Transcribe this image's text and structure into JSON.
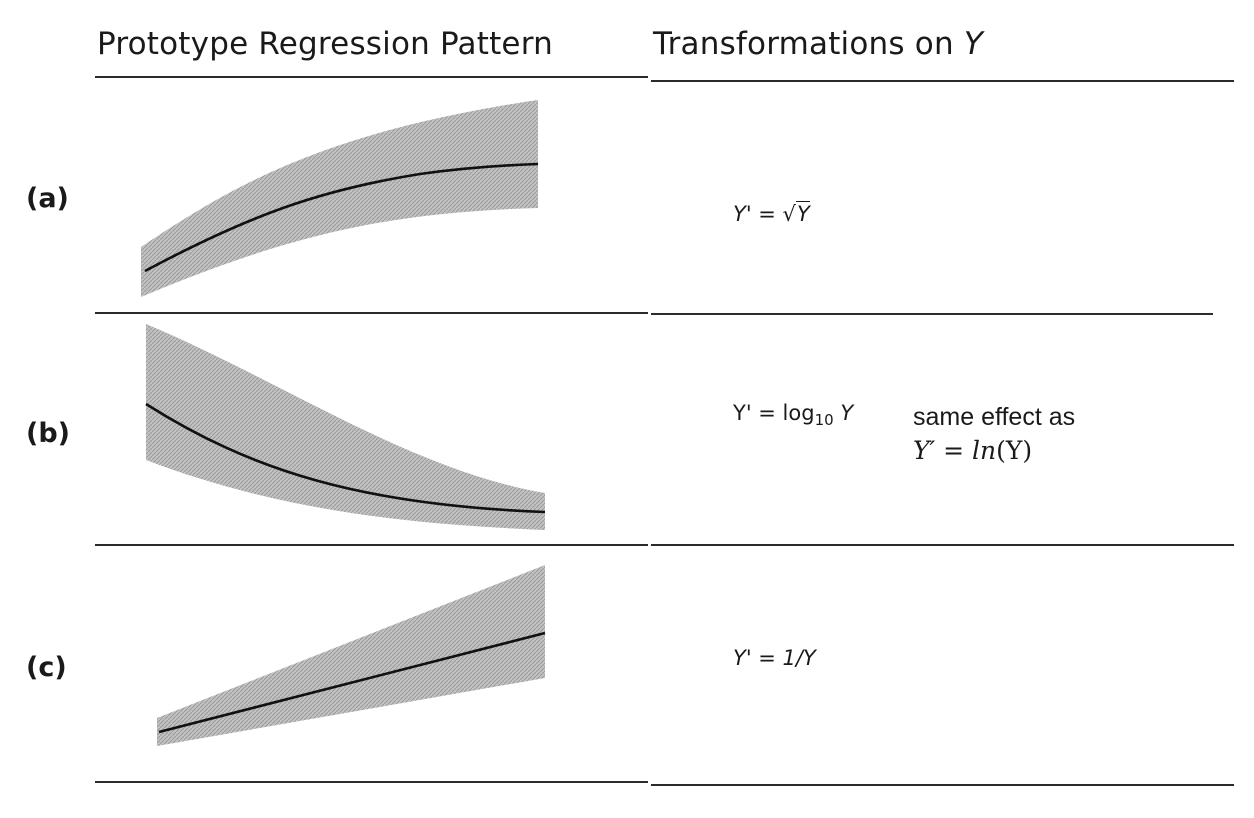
{
  "header": {
    "left_title": "Prototype Regression Pattern",
    "right_title_prefix": "Transformations on ",
    "right_title_var": "Y"
  },
  "rows": [
    {
      "label": "(a)",
      "formula_lhs": "Y' = ",
      "formula_rhs": "Y",
      "formula_kind": "sqrt"
    },
    {
      "label": "(b)",
      "formula_lhs": "Y' = log",
      "formula_sub": "10",
      "formula_rhs": " Y",
      "note_line1": "same effect as",
      "note_line2_lhs": "Y′ = ",
      "note_line2_fn": "ln",
      "note_line2_arg": "(Y)"
    },
    {
      "label": "(c)",
      "formula_lhs": "Y' = 1/Y"
    }
  ],
  "colors": {
    "band_fill": "#b9b9b9",
    "curve": "#111111",
    "rule": "#2b2b2b"
  }
}
